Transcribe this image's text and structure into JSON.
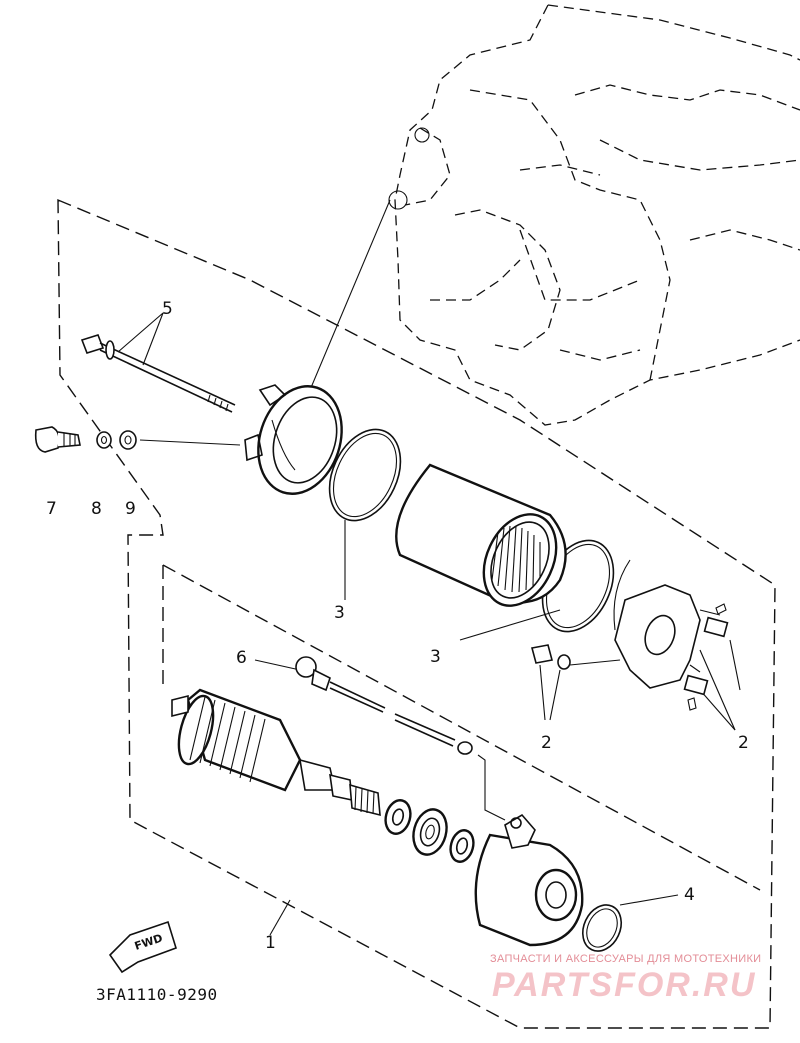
{
  "diagram": {
    "callouts": [
      {
        "id": "c1",
        "text": "1"
      },
      {
        "id": "c2a",
        "text": "2"
      },
      {
        "id": "c2b",
        "text": "2"
      },
      {
        "id": "c3a",
        "text": "3"
      },
      {
        "id": "c3b",
        "text": "3"
      },
      {
        "id": "c4",
        "text": "4"
      },
      {
        "id": "c5",
        "text": "5"
      },
      {
        "id": "c6",
        "text": "6"
      },
      {
        "id": "c7",
        "text": "7"
      },
      {
        "id": "c8",
        "text": "8"
      },
      {
        "id": "c9",
        "text": "9"
      }
    ],
    "direction_badge": "FWD",
    "drawing_code": "3FA1110-9290"
  },
  "watermark": {
    "tagline": "ЗАПЧАСТИ И АКСЕССУАРЫ ДЛЯ МОТОТЕХНИКИ",
    "logo": "PARTSFOR.RU",
    "color": "#e38d97"
  }
}
